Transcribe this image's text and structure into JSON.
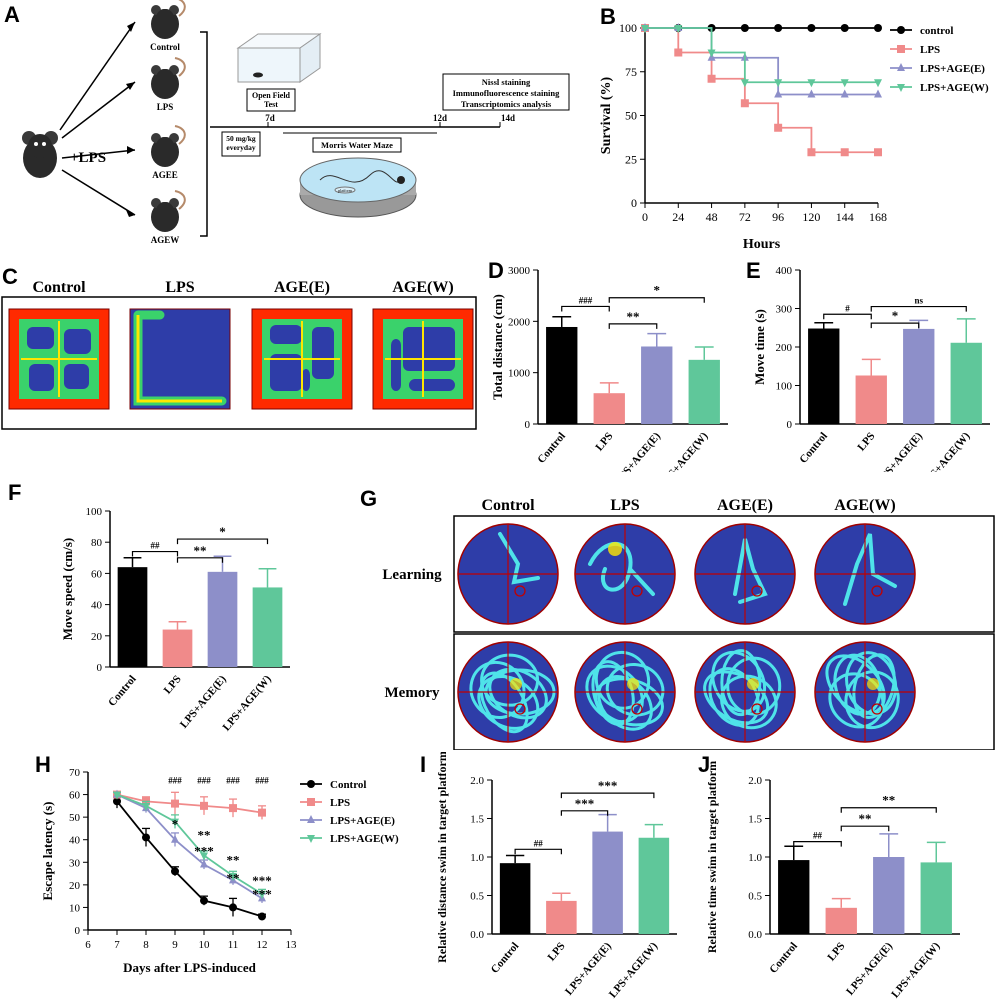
{
  "colors": {
    "control": "#000000",
    "lps": "#f08a8a",
    "agee": "#8d8fc9",
    "agew": "#5fc79a",
    "traj_bg": "#2e3da8",
    "traj_line": "#4fe3e9",
    "traj_hot": "#ffe600",
    "traj_red": "#ff2a00",
    "traj_green": "#3ad26b"
  },
  "panel_A": {
    "label": "A",
    "lps": "+LPS",
    "groups": [
      "Control",
      "LPS",
      "AGEE",
      "AGEW"
    ],
    "dose": "50 mg/kg everyday",
    "oft": "Open Field Test",
    "mwm": "Morris Water Maze",
    "platform": "platform",
    "days": [
      "7d",
      "12d",
      "14d"
    ],
    "analysis": [
      "Nissl staining",
      "Immunofluorescence staining",
      "Transcriptomics analysis"
    ]
  },
  "panel_C": {
    "label": "C",
    "titles": [
      "Control",
      "LPS",
      "AGE(E)",
      "AGE(W)"
    ]
  },
  "panel_G": {
    "label": "G",
    "titles": [
      "Control",
      "LPS",
      "AGE(E)",
      "AGE(W)"
    ],
    "rows": [
      "Learning",
      "Memory"
    ]
  },
  "chart_data": [
    {
      "label": "B",
      "type": "line",
      "xlabel": "Hours",
      "ylabel": "Survival (%)",
      "xticks": [
        0,
        24,
        48,
        72,
        96,
        120,
        144,
        168
      ],
      "yticks": [
        0,
        25,
        50,
        75,
        100
      ],
      "xlim": [
        0,
        168
      ],
      "ylim": [
        0,
        100
      ],
      "legend": "right",
      "step": true,
      "series": [
        {
          "name": "control",
          "key": "control",
          "marker": "circle",
          "x": [
            0,
            24,
            48,
            72,
            96,
            120,
            144,
            168
          ],
          "y": [
            100,
            100,
            100,
            100,
            100,
            100,
            100,
            100
          ]
        },
        {
          "name": "LPS",
          "key": "lps",
          "marker": "square",
          "x": [
            0,
            24,
            48,
            72,
            96,
            120,
            144,
            168
          ],
          "y": [
            100,
            86,
            71,
            57,
            43,
            29,
            29,
            29
          ]
        },
        {
          "name": "LPS+AGE(E)",
          "key": "agee",
          "marker": "triangle",
          "x": [
            0,
            24,
            48,
            72,
            96,
            120,
            144,
            168
          ],
          "y": [
            100,
            100,
            83,
            83,
            62,
            62,
            62,
            62
          ]
        },
        {
          "name": "LPS+AGE(W)",
          "key": "agew",
          "marker": "triangle-down",
          "x": [
            0,
            24,
            48,
            72,
            96,
            120,
            144,
            168
          ],
          "y": [
            100,
            100,
            86,
            69,
            69,
            69,
            69,
            69
          ]
        }
      ]
    },
    {
      "label": "D",
      "type": "bar",
      "ylabel": "Total distance (cm)",
      "categories": [
        "Control",
        "LPS",
        "LPS+AGE(E)",
        "LPS+AGE(W)"
      ],
      "values": [
        1890,
        600,
        1510,
        1250
      ],
      "errors": [
        200,
        200,
        250,
        250
      ],
      "ylim": [
        0,
        3000
      ],
      "yticks": [
        0,
        1000,
        2000,
        3000
      ],
      "sig": [
        {
          "from": 0,
          "to": 1,
          "text": "###",
          "y": 2290
        },
        {
          "from": 1,
          "to": 2,
          "text": "**",
          "y": 1950
        },
        {
          "from": 1,
          "to": 3,
          "text": "*",
          "y": 2460
        }
      ]
    },
    {
      "label": "E",
      "type": "bar",
      "ylabel": "Move time (s)",
      "categories": [
        "Control",
        "LPS",
        "LPS+AGE(E)",
        "LPS+AGE(W)"
      ],
      "values": [
        248,
        126,
        247,
        211
      ],
      "errors": [
        15,
        42,
        22,
        62
      ],
      "ylim": [
        0,
        400
      ],
      "yticks": [
        0,
        100,
        200,
        300,
        400
      ],
      "sig": [
        {
          "from": 0,
          "to": 1,
          "text": "#",
          "y": 285
        },
        {
          "from": 1,
          "to": 2,
          "text": "*",
          "y": 262
        },
        {
          "from": 1,
          "to": 3,
          "text": "ns",
          "y": 305
        }
      ]
    },
    {
      "label": "F",
      "type": "bar",
      "ylabel": "Move speed (cm/s)",
      "categories": [
        "Control",
        "LPS",
        "LPS+AGE(E)",
        "LPS+AGE(W)"
      ],
      "values": [
        64,
        24,
        61,
        51
      ],
      "errors": [
        6,
        5,
        10,
        12
      ],
      "ylim": [
        0,
        100
      ],
      "yticks": [
        0,
        20,
        40,
        60,
        80,
        100
      ],
      "sig": [
        {
          "from": 0,
          "to": 1,
          "text": "##",
          "y": 74
        },
        {
          "from": 1,
          "to": 2,
          "text": "**",
          "y": 70
        },
        {
          "from": 1,
          "to": 3,
          "text": "*",
          "y": 82
        }
      ]
    },
    {
      "label": "H",
      "type": "line",
      "xlabel": "Days after LPS-induced",
      "ylabel": "Escape latency (s)",
      "xticks": [
        6,
        7,
        8,
        9,
        10,
        11,
        12,
        13
      ],
      "yticks": [
        0,
        10,
        20,
        30,
        40,
        50,
        60,
        70
      ],
      "xlim": [
        6,
        13
      ],
      "ylim": [
        0,
        70
      ],
      "legend": "right",
      "series": [
        {
          "name": "Control",
          "key": "control",
          "marker": "circle",
          "x": [
            7,
            8,
            9,
            10,
            11,
            12
          ],
          "y": [
            57,
            41,
            26,
            13,
            10,
            6
          ],
          "err": [
            3,
            4,
            2,
            2,
            4,
            1
          ]
        },
        {
          "name": "LPS",
          "key": "lps",
          "marker": "square",
          "x": [
            7,
            8,
            9,
            10,
            11,
            12
          ],
          "y": [
            60,
            57,
            56,
            55,
            54,
            52
          ],
          "err": [
            1,
            2,
            5,
            4,
            4,
            3
          ]
        },
        {
          "name": "LPS+AGE(E)",
          "key": "agee",
          "marker": "triangle",
          "x": [
            7,
            8,
            9,
            10,
            11,
            12
          ],
          "y": [
            60,
            54,
            40,
            29,
            22,
            14
          ],
          "err": [
            1,
            2,
            3,
            2,
            2,
            2
          ]
        },
        {
          "name": "LPS+AGE(W)",
          "key": "agew",
          "marker": "triangle-down",
          "x": [
            7,
            8,
            9,
            10,
            11,
            12
          ],
          "y": [
            60,
            55,
            48,
            33,
            24,
            16
          ],
          "err": [
            1,
            2,
            3,
            2,
            2,
            2
          ]
        }
      ],
      "annotations": [
        {
          "x": 9,
          "y": 65,
          "text": "###"
        },
        {
          "x": 10,
          "y": 65,
          "text": "###"
        },
        {
          "x": 11,
          "y": 65,
          "text": "###"
        },
        {
          "x": 12,
          "y": 65,
          "text": "###"
        },
        {
          "x": 9,
          "y": 45,
          "text": "*"
        },
        {
          "x": 10,
          "y": 40,
          "text": "**"
        },
        {
          "x": 10,
          "y": 33,
          "text": "***"
        },
        {
          "x": 11,
          "y": 29,
          "text": "**"
        },
        {
          "x": 11,
          "y": 21,
          "text": "**"
        },
        {
          "x": 12,
          "y": 20,
          "text": "***"
        },
        {
          "x": 12,
          "y": 14,
          "text": "***"
        }
      ]
    },
    {
      "label": "I",
      "type": "bar",
      "ylabel": "Relative distance swim in target platform",
      "categories": [
        "Control",
        "LPS",
        "LPS+AGE(E)",
        "LPS+AGE(W)"
      ],
      "values": [
        0.92,
        0.43,
        1.33,
        1.25
      ],
      "errors": [
        0.1,
        0.1,
        0.22,
        0.17
      ],
      "ylim": [
        0,
        2.0
      ],
      "yticks": [
        0.0,
        0.5,
        1.0,
        1.5,
        2.0
      ],
      "sig": [
        {
          "from": 0,
          "to": 1,
          "text": "##",
          "y": 1.1
        },
        {
          "from": 1,
          "to": 2,
          "text": "***",
          "y": 1.6
        },
        {
          "from": 1,
          "to": 3,
          "text": "***",
          "y": 1.83
        }
      ]
    },
    {
      "label": "J",
      "type": "bar",
      "ylabel": "Relative time swim in target platform",
      "categories": [
        "Control",
        "LPS",
        "LPS+AGE(E)",
        "LPS+AGE(W)"
      ],
      "values": [
        0.96,
        0.34,
        1.0,
        0.93
      ],
      "errors": [
        0.18,
        0.12,
        0.3,
        0.26
      ],
      "ylim": [
        0,
        2.0
      ],
      "yticks": [
        0.0,
        0.5,
        1.0,
        1.5,
        2.0
      ],
      "sig": [
        {
          "from": 0,
          "to": 1,
          "text": "##",
          "y": 1.2
        },
        {
          "from": 1,
          "to": 2,
          "text": "**",
          "y": 1.4
        },
        {
          "from": 1,
          "to": 3,
          "text": "**",
          "y": 1.64
        }
      ]
    }
  ]
}
